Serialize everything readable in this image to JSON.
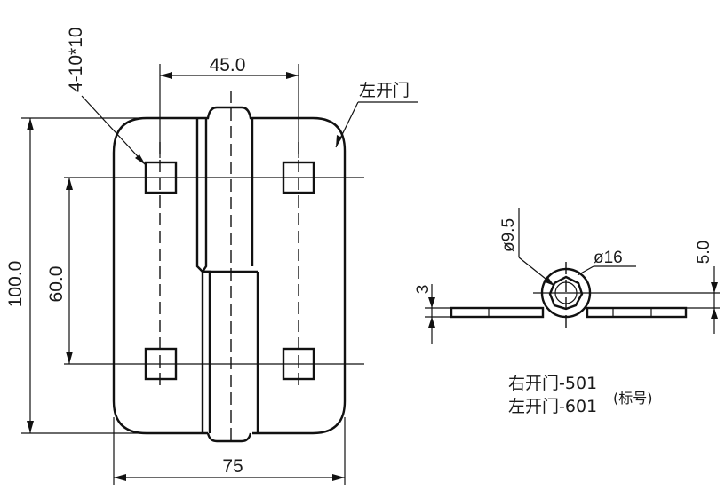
{
  "front_view": {
    "hole_spec": "4-10*10",
    "dim_hole_spacing_h": "45.0",
    "dim_hole_spacing_v": "60.0",
    "dim_height": "100.0",
    "dim_width": "75",
    "side_label": "左开门"
  },
  "side_view": {
    "dim_pin_dia": "ø9.5",
    "dim_knuckle_dia": "ø16",
    "dim_thickness": "3",
    "dim_offset": "5.0"
  },
  "part_numbers": {
    "right_open": "右开门-501",
    "left_open": "左开门-601",
    "mark_note": "(标号)"
  }
}
